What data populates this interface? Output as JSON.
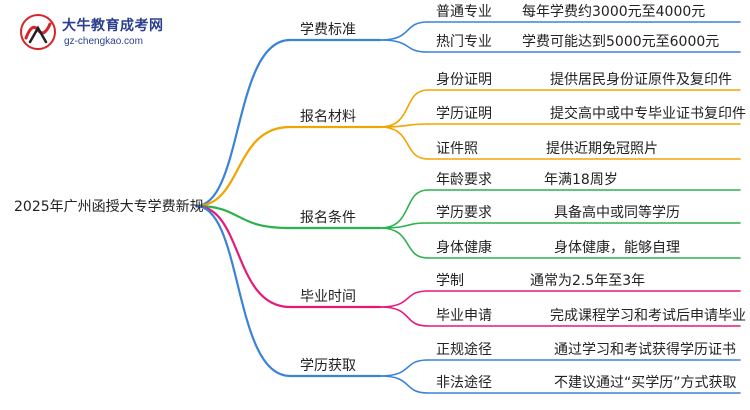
{
  "logo": {
    "title": "大牛教育成考网",
    "url": "gz-chengkao.com",
    "emblem_name": "daniu-logo-icon"
  },
  "root": {
    "label": "2025年广州函授大专学费新规"
  },
  "branches": [
    {
      "label": "学费标准",
      "color": "#3b82d9",
      "children": [
        {
          "label": "普通专业",
          "detail": "每年学费约3000元至4000元"
        },
        {
          "label": "热门专业",
          "detail": "学费可能达到5000元至6000元"
        }
      ]
    },
    {
      "label": "报名材料",
      "color": "#f0a500",
      "children": [
        {
          "label": "身份证明",
          "detail": "提供居民身份证原件及复印件"
        },
        {
          "label": "学历证明",
          "detail": "提交高中或中专毕业证书复印件"
        },
        {
          "label": "证件照",
          "detail": "提供近期免冠照片"
        }
      ]
    },
    {
      "label": "报名条件",
      "color": "#2bb24c",
      "children": [
        {
          "label": "年龄要求",
          "detail": "年满18周岁"
        },
        {
          "label": "学历要求",
          "detail": "具备高中或同等学历"
        },
        {
          "label": "身体健康",
          "detail": "身体健康，能够自理"
        }
      ]
    },
    {
      "label": "毕业时间",
      "color": "#e6197a",
      "children": [
        {
          "label": "学制",
          "detail": "通常为2.5年至3年"
        },
        {
          "label": "毕业申请",
          "detail": "完成课程学习和考试后申请毕业"
        }
      ]
    },
    {
      "label": "学历获取",
      "color": "#3b82d9",
      "children": [
        {
          "label": "正规途径",
          "detail": "通过学习和考试获得学历证书"
        },
        {
          "label": "非法途径",
          "detail": "不建议通过“买学历”方式获取"
        }
      ]
    }
  ]
}
